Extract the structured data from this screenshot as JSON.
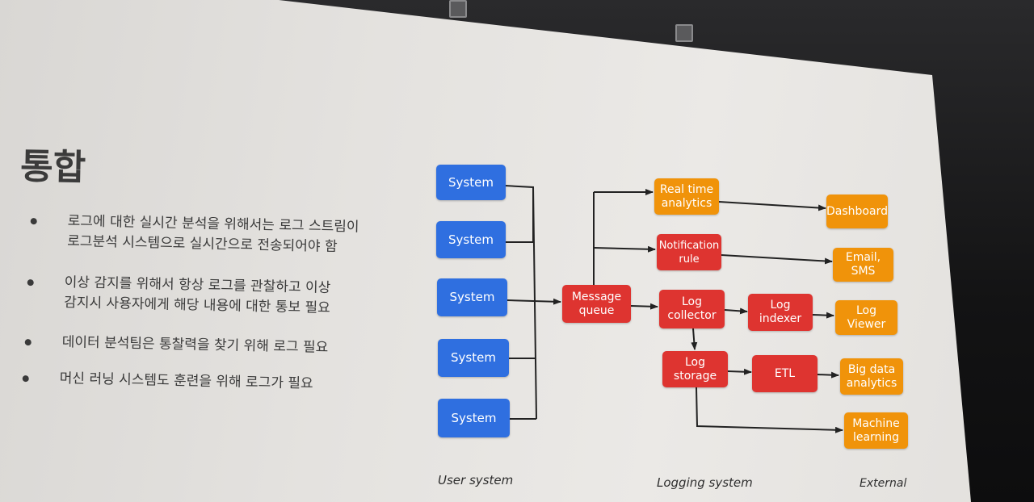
{
  "slide": {
    "title": "통합",
    "bullets": [
      {
        "lines": [
          "로그에 대한 실시간 분석을 위해서는 로그 스트림이",
          "로그분석 시스템으로 실시간으로 전송되어야 함"
        ]
      },
      {
        "lines": [
          "이상 감지를 위해서 항상 로그를 관찰하고 이상",
          "감지시 사용자에게 해당 내용에 대한 통보 필요"
        ]
      },
      {
        "lines": [
          "데이터 분석팀은 통찰력을 찾기 위해 로그 필요"
        ]
      },
      {
        "lines": [
          "머신 러닝 시스템도 훈련을 위해 로그가 필요"
        ]
      }
    ]
  },
  "diagram": {
    "user_systems": [
      "System",
      "System",
      "System",
      "System",
      "System"
    ],
    "message_queue": [
      "Message",
      "queue"
    ],
    "realtime": [
      "Real time",
      "analytics"
    ],
    "notification": [
      "Notification",
      "rule"
    ],
    "log_collector": [
      "Log",
      "collector"
    ],
    "log_indexer": [
      "Log",
      "indexer"
    ],
    "log_storage": [
      "Log",
      "storage"
    ],
    "etl": "ETL",
    "dashboard": "Dashboard",
    "email_sms": "Email, SMS",
    "log_viewer": "Log Viewer",
    "big_data": [
      "Big data",
      "analytics"
    ],
    "machine_learning": [
      "Machine",
      "learning"
    ],
    "captions": {
      "user_system": "User system",
      "logging_system": "Logging system",
      "external": "External"
    },
    "colors": {
      "user_system": "#2f6fe0",
      "logging_system": "#de3430",
      "external": "#f0930a"
    }
  }
}
